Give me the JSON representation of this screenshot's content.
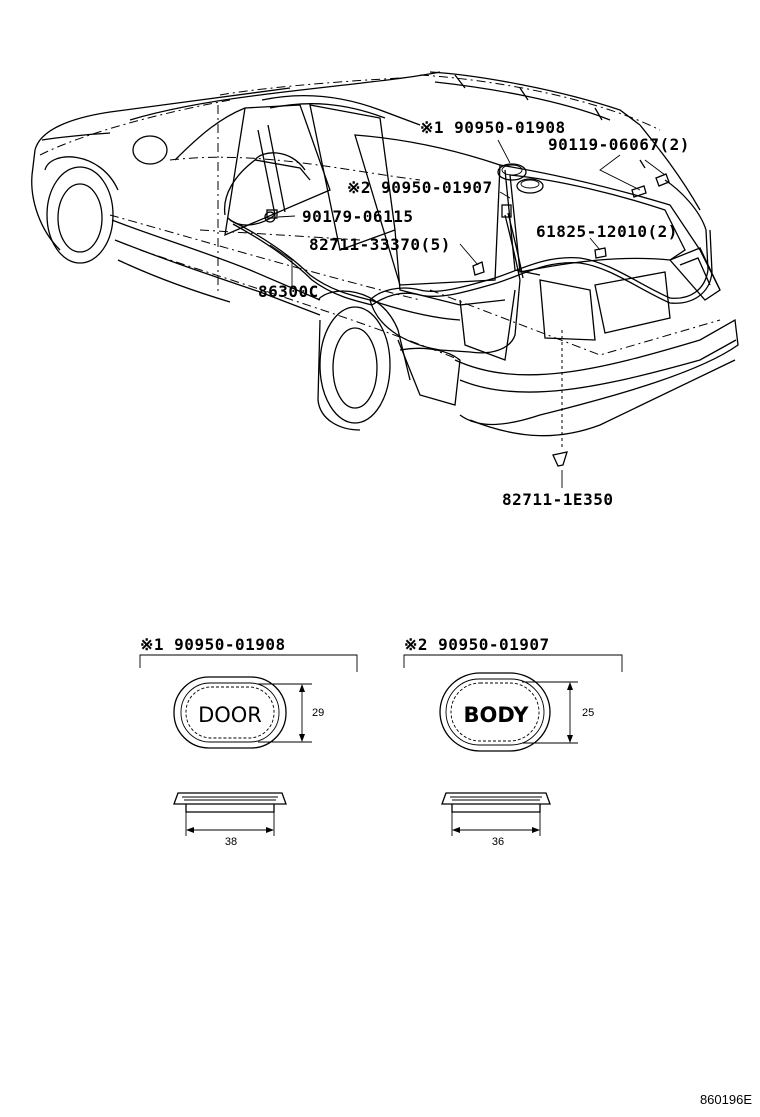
{
  "callouts": {
    "p1": "※1 90950-01908",
    "p2": "90119-06067(2)",
    "p3": "※2 90950-01907",
    "p4": "90179-06115",
    "p5": "82711-33370(5)",
    "p6": "61825-12010(2)",
    "p7": "86300C",
    "p8": "82711-1E350"
  },
  "details": {
    "door": {
      "title": "※1 90950-01908",
      "label": "DOOR",
      "height_dim": "29",
      "width_dim": "38"
    },
    "body": {
      "title": "※2 90950-01907",
      "label": "BODY",
      "height_dim": "25",
      "width_dim": "36"
    }
  },
  "figure_code": "860196E"
}
